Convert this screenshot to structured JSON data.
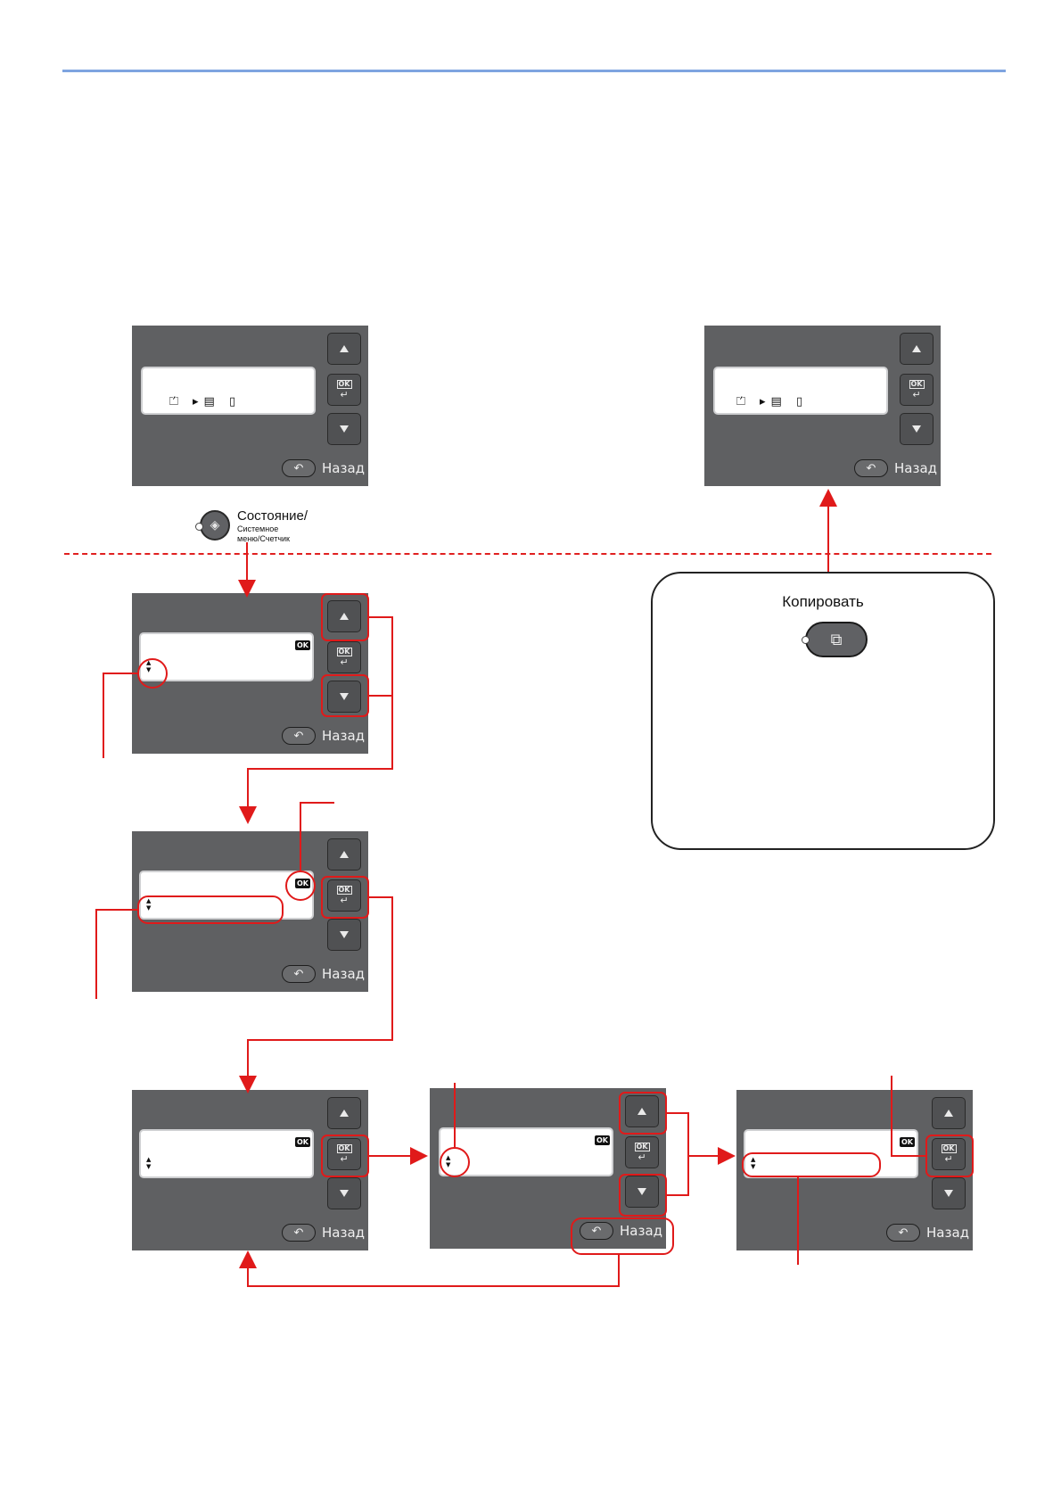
{
  "status_key": {
    "label_line1": "Состояние/",
    "label_line2": "Системное",
    "label_line3": "меню/Счетчик"
  },
  "copy_key": {
    "label": "Копировать"
  },
  "panel": {
    "back_label": "Назад",
    "ok_badge": "OK",
    "ok_key": "OK"
  },
  "icons": {
    "up": "up-triangle-icon",
    "down": "down-triangle-icon",
    "enter": "enter-icon",
    "back": "back-arrow-icon",
    "copy": "copy-icon",
    "status": "status-menu-icon"
  },
  "colors": {
    "accent": "#e01a1a",
    "panel": "#5f6062",
    "rule": "#7ea4e0"
  }
}
